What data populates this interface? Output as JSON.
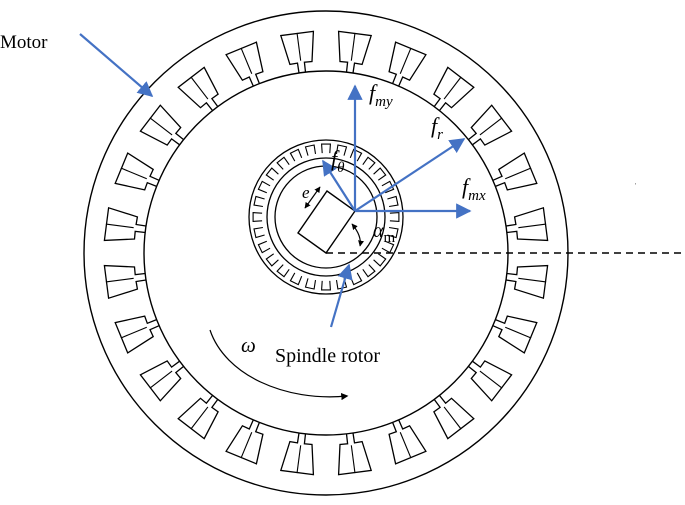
{
  "labels": {
    "motor": "Motor",
    "spindle_rotor": "Spindle rotor",
    "omega": "ω",
    "e": "e"
  },
  "forces": {
    "fmy": {
      "main": "f",
      "sub": "my"
    },
    "fr": {
      "main": "f",
      "sub": "r"
    },
    "ftheta": {
      "main": "f",
      "sub": "θ"
    },
    "fmx": {
      "main": "f",
      "sub": "mx"
    }
  },
  "angle": {
    "main": "α",
    "sub": "m"
  },
  "colors": {
    "arrow": "#4472C4",
    "line": "#000000",
    "background": "#ffffff"
  },
  "stator_slot_count": 24,
  "rotor_slot_count": 28
}
